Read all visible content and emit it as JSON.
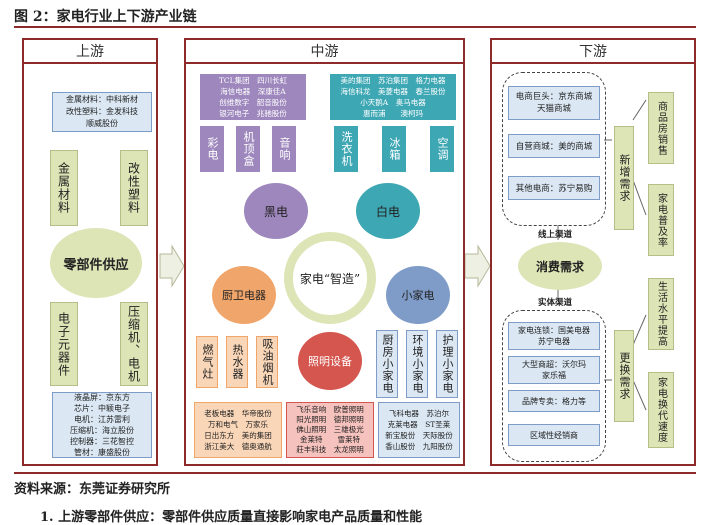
{
  "figure_title": "图 2：家电行业上下游产业链",
  "source": "资料来源：东莞证券研究所",
  "bottom_text": "1. 上游零部件供应：零部件供应质量直接影响家电产品质量和性能",
  "upstream": {
    "header": "上游",
    "suppliers_box": "金属材料：中科新材\n改性塑料：金发科技\n顺威股份",
    "col_metal": "金属材料",
    "col_plastic": "改性塑料",
    "circle": "零部件供应",
    "col_electronic": "电子元器件",
    "col_compressor": "压缩机、电机",
    "bottom_list": "液晶屏：京东方\n芯片：中颖电子\n电机：江苏雷利\n压缩机：海立股份\n控制器：三花智控\n管材：康盛股份"
  },
  "midstream": {
    "header": "中游",
    "kitchen_small_cos": "TCL集团　四川长虹\n海信电器　深康佳A\n创维数字　韶音股份\n银河电子　兆驰股份",
    "white_cos": "美的集团　苏泊集团　格力电器\n海信科龙　美菱电器　春兰股份\n小天鹅A　奥马电器\n惠而浦　　澳柯玛",
    "black_items": [
      "彩电",
      "机顶盒",
      "音响"
    ],
    "white_items": [
      "洗衣机",
      "冰箱",
      "空调"
    ],
    "black_circle": "黑电",
    "white_circle": "白电",
    "center_circle": "家电“智造”",
    "kitchen_circle": "厨卫电器",
    "small_circle": "小家电",
    "light_circle": "照明设备",
    "kitchen_items": [
      "燃气灶",
      "热水器",
      "吸油烟机"
    ],
    "small_items": [
      "厨房小家电",
      "环境小家电",
      "护理小家电"
    ],
    "kitchen_cos": "老板电器　华帝股份\n万和电气　万家乐\n日出东方　美的集团\n浙江美大　德奥通航",
    "light_cos": "飞乐音响　欧普照明\n阳光照明　德邦照明\n佛山照明　三雄极光\n金莱特　　雪莱特\n莊丰科技　太龙照明",
    "small_cos": "飞科电器　苏泊尔\n克莱电器　ST圣莱\n新宝股份　天际股份\n香山股份　九阳股份"
  },
  "downstream": {
    "header": "下游",
    "online_giant": "电商巨头：京东商城\n天猫商城",
    "own_mall": "自营商城：美的商城",
    "other_ec": "其他电商：苏宁易购",
    "online_channel": "线上渠道",
    "circle": "消费需求",
    "offline_channel": "实体渠道",
    "chain": "家电连锁：国美电器\n苏宁电器",
    "big_mall": "大型商超：沃尔玛\n家乐福",
    "brand_store": "品牌专卖：格力等",
    "regional": "区域性经销商",
    "new_demand": "新增需求",
    "replace_demand": "更换需求",
    "f_sales": "商品房销售",
    "f_penetration": "家电普及率",
    "f_living": "生活水平提高",
    "f_speed": "家电换代速度"
  },
  "colors": {
    "frame_red": "#8e2a2a",
    "purple": "#9d87bc",
    "teal": "#3ea7b4",
    "orange": "#f0a56a",
    "blue": "#7f9cc9",
    "red_circle": "#d5564e",
    "olive": "#dde5b6",
    "pale_blue": "#dbe8f4",
    "light_orange": "#f9d6b8"
  }
}
